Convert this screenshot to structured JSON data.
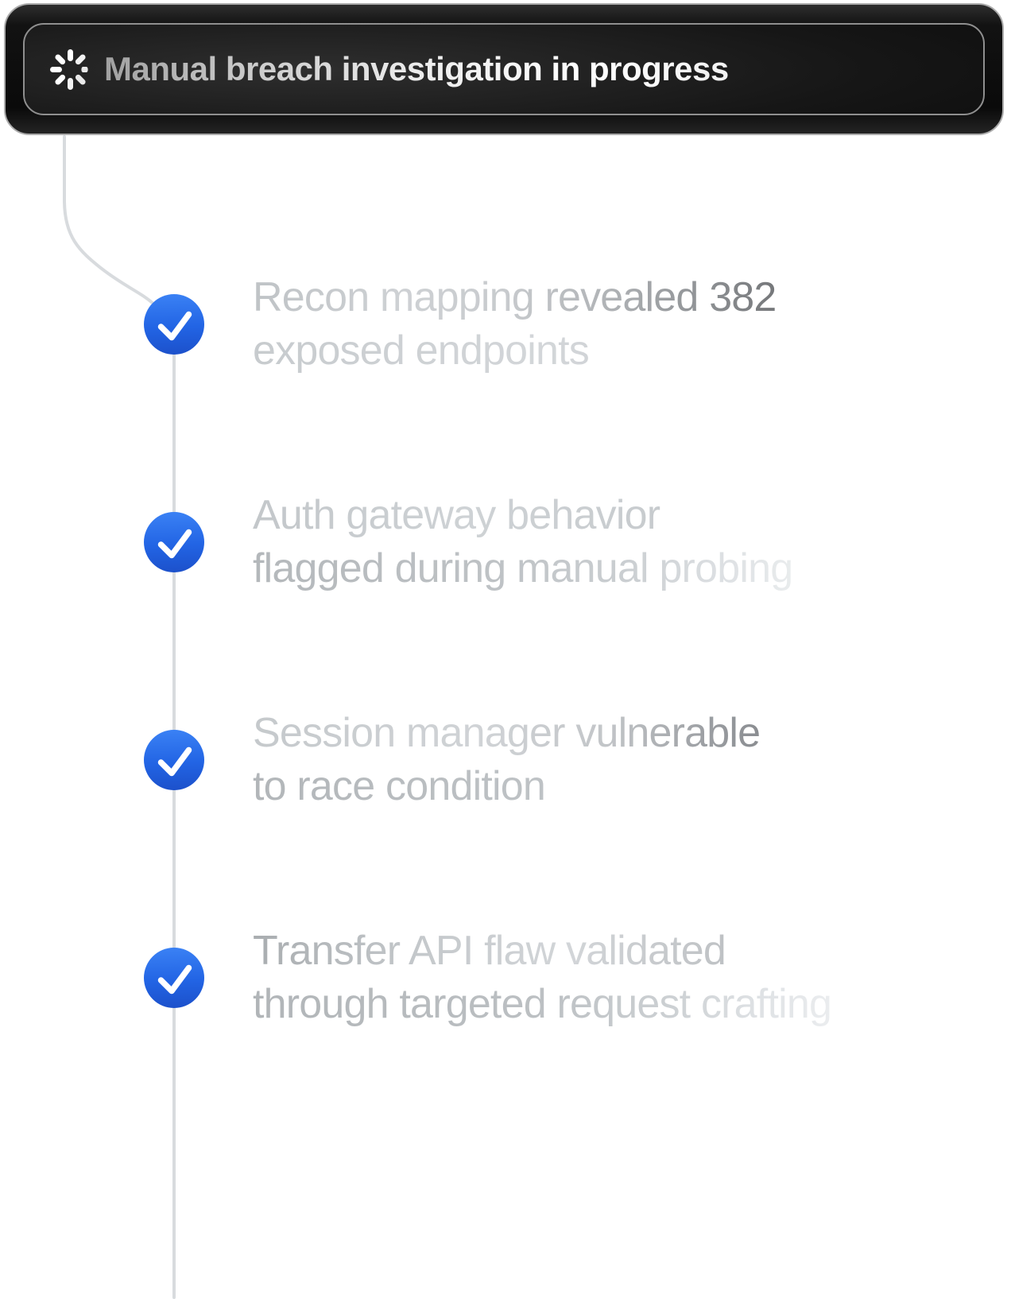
{
  "header": {
    "status_label": "Manual breach investigation in progress",
    "spinner_icon": "loading-spinner"
  },
  "timeline": {
    "check_icon": "checkmark",
    "items": [
      {
        "lines": [
          "Recon mapping revealed 382",
          "exposed endpoints"
        ],
        "status": "complete"
      },
      {
        "lines": [
          "Auth gateway behavior",
          "flagged during manual probing"
        ],
        "status": "complete"
      },
      {
        "lines": [
          "Session manager vulnerable",
          "to race condition"
        ],
        "status": "complete"
      },
      {
        "lines": [
          "Transfer API flaw validated",
          "through targeted request crafting"
        ],
        "status": "complete"
      }
    ]
  },
  "colors": {
    "check_circle_blue_top": "#3b82f5",
    "check_circle_blue_bottom": "#1c50ca",
    "checkmark_white": "#ffffff",
    "connector_line_gray": "#d8dbde",
    "banner_background": "#0d0d0d",
    "banner_outer_border": "#ababab",
    "banner_inner_border": "#8f8f8f",
    "step_text_silver": "#c3c7ca"
  }
}
